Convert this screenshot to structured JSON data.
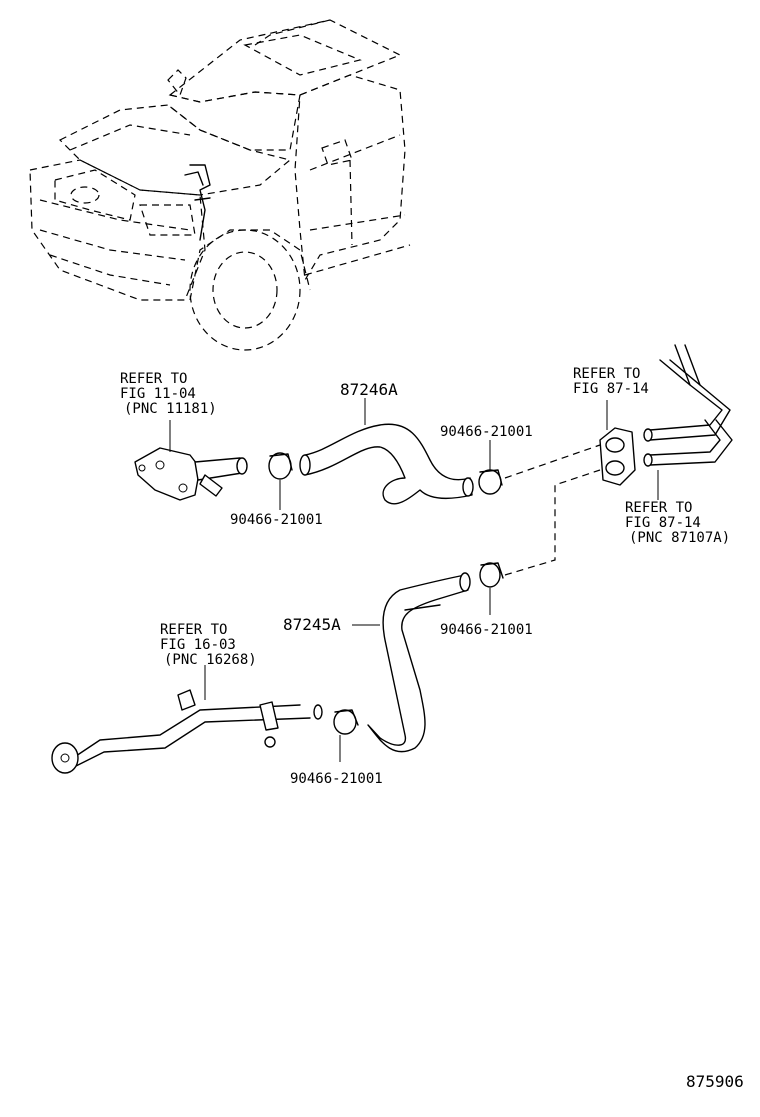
{
  "labels": {
    "refer_1104": [
      "REFER TO",
      "FIG 11-04",
      "(PNC 11181)"
    ],
    "hose_upper": "87246A",
    "hose_lower": "87245A",
    "clamp_upper_right": "90466-21001",
    "clamp_upper_left": "90466-21001",
    "clamp_lower_right": "90466-21001",
    "clamp_lower_left": "90466-21001",
    "refer_8714_top": [
      "REFER TO",
      "FIG 87-14"
    ],
    "refer_8714_pnc": [
      "REFER TO",
      "FIG 87-14",
      "(PNC 87107A)"
    ],
    "refer_1603": [
      "REFER TO",
      "FIG 16-03",
      "(PNC 16268)"
    ],
    "figure_code": "875906"
  },
  "icons": [
    "vehicle-outline-icon",
    "hose-icon",
    "hose-clamp-icon",
    "grommet-icon",
    "water-pipe-icon",
    "heater-pipe-icon"
  ]
}
